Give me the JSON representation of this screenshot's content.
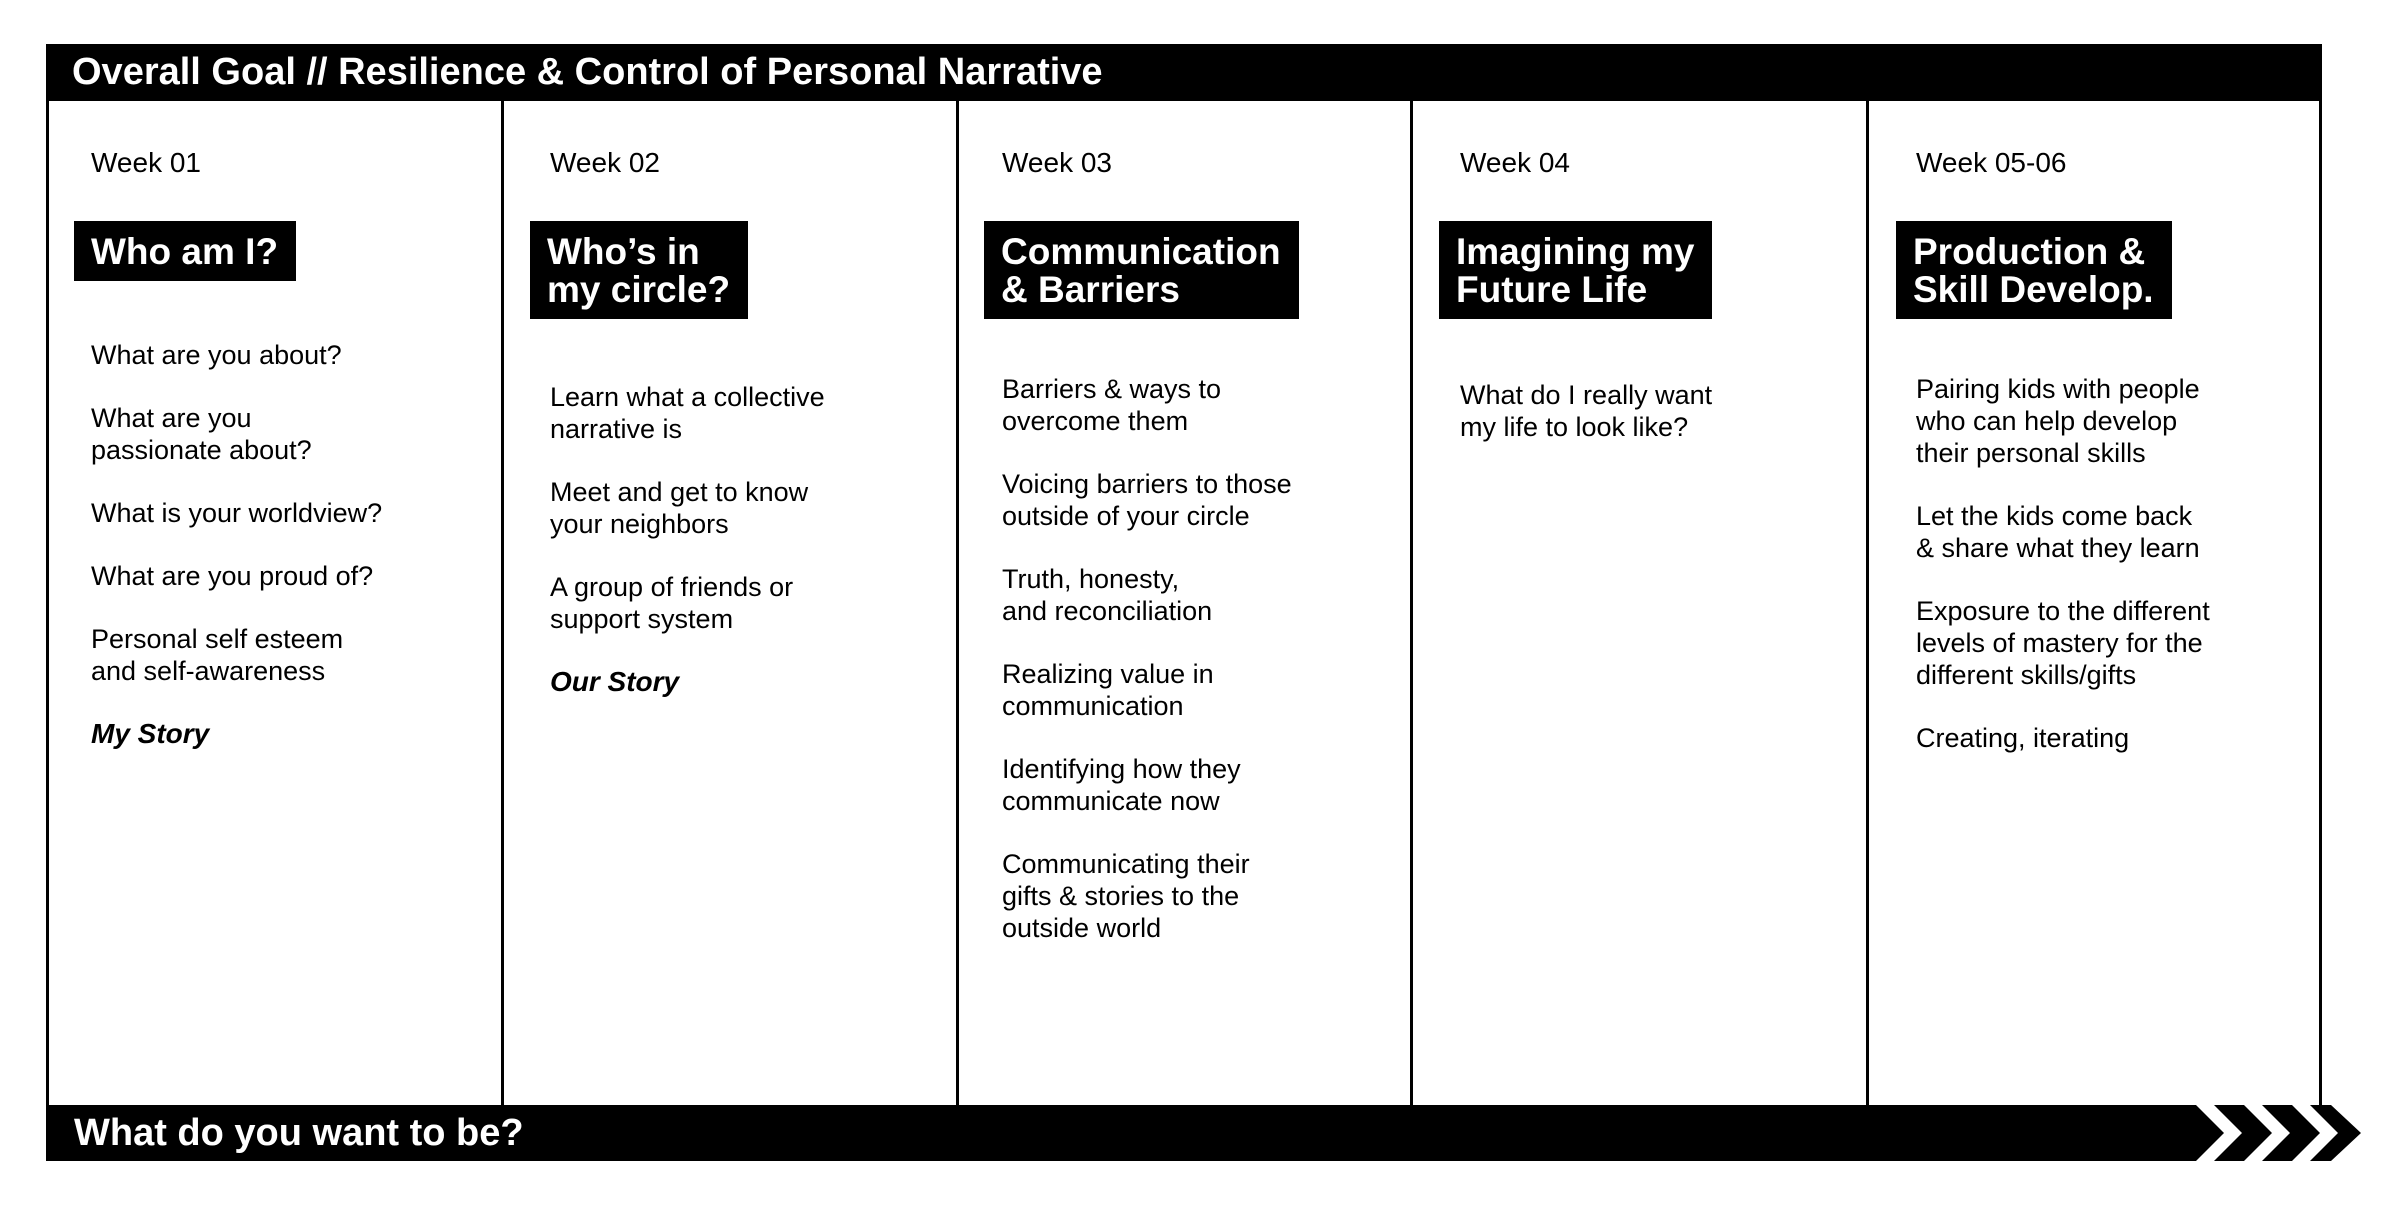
{
  "header": {
    "goal": "Overall Goal // Resilience & Control of Personal Narrative"
  },
  "columns": [
    {
      "week": "Week 01",
      "title": "Who am I?",
      "items": [
        "What are you about?",
        "What are you\npassionate about?",
        "What is your worldview?",
        "What are you proud of?",
        "Personal self esteem\nand self-awareness"
      ],
      "story": "My Story"
    },
    {
      "week": "Week 02",
      "title": "Who’s in\nmy circle?",
      "items": [
        "Learn what a collective\nnarrative is",
        "Meet and get to know\nyour neighbors",
        "A group of friends or\nsupport system"
      ],
      "story": "Our Story"
    },
    {
      "week": "Week 03",
      "title": "Communication\n& Barriers",
      "items": [
        "Barriers & ways to\novercome them",
        "Voicing barriers to those\noutside of your circle",
        "Truth, honesty,\nand reconciliation",
        "Realizing value in\ncommunication",
        "Identifying how they\ncommunicate now",
        "Communicating their\ngifts & stories to the\noutside world"
      ],
      "story": ""
    },
    {
      "week": "Week 04",
      "title": "Imagining my\nFuture Life",
      "items": [
        "What do I really want\nmy life to look like?"
      ],
      "story": ""
    },
    {
      "week": "Week 05-06",
      "title": "Production &\nSkill Develop.",
      "items": [
        "Pairing kids with people\nwho can help develop\ntheir personal skills",
        "Let the kids come back\n& share what they learn",
        "Exposure to the different\nlevels of mastery for the\ndifferent skills/gifts",
        "Creating, iterating"
      ],
      "story": ""
    }
  ],
  "footer": {
    "question": "What do you want to be?",
    "arrow_icon": "chevron-arrows-icon"
  },
  "colors": {
    "ink": "#000000",
    "paper": "#ffffff"
  }
}
